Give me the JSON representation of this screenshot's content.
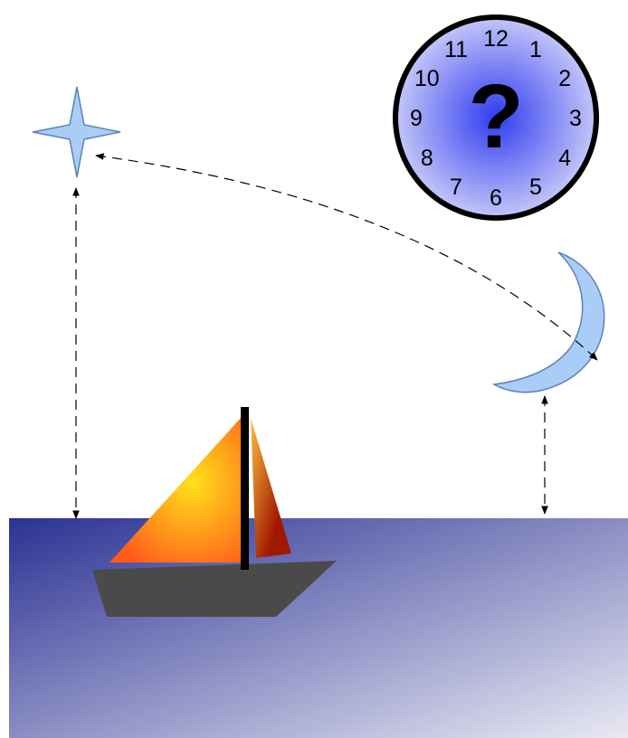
{
  "clock": {
    "numerals": [
      "12",
      "1",
      "2",
      "3",
      "4",
      "5",
      "6",
      "7",
      "8",
      "9",
      "10",
      "11"
    ],
    "center_symbol": "?",
    "face_color_center": "#2f3cf0",
    "face_color_edge": "#c4c6f8",
    "rim_color": "#000000"
  },
  "sky_color": "#ffffff",
  "sea": {
    "color_dark": "#2b3293",
    "color_light": "#e9e9f3"
  },
  "star": {
    "icon": "four-point-star-icon",
    "fill": "#a9cdf6",
    "stroke": "#5c82b8"
  },
  "moon": {
    "icon": "crescent-moon-icon",
    "fill": "#a9cdf6",
    "stroke": "#5c82b8"
  },
  "boat": {
    "hull_color": "#4a4a4a",
    "mast_color": "#000000",
    "main_sail_colors": [
      "#ffe21a",
      "#ff5a1a"
    ],
    "jib_colors": [
      "#ffc040",
      "#a01800"
    ]
  },
  "arrows": {
    "style": "dashed",
    "color": "#000000"
  }
}
